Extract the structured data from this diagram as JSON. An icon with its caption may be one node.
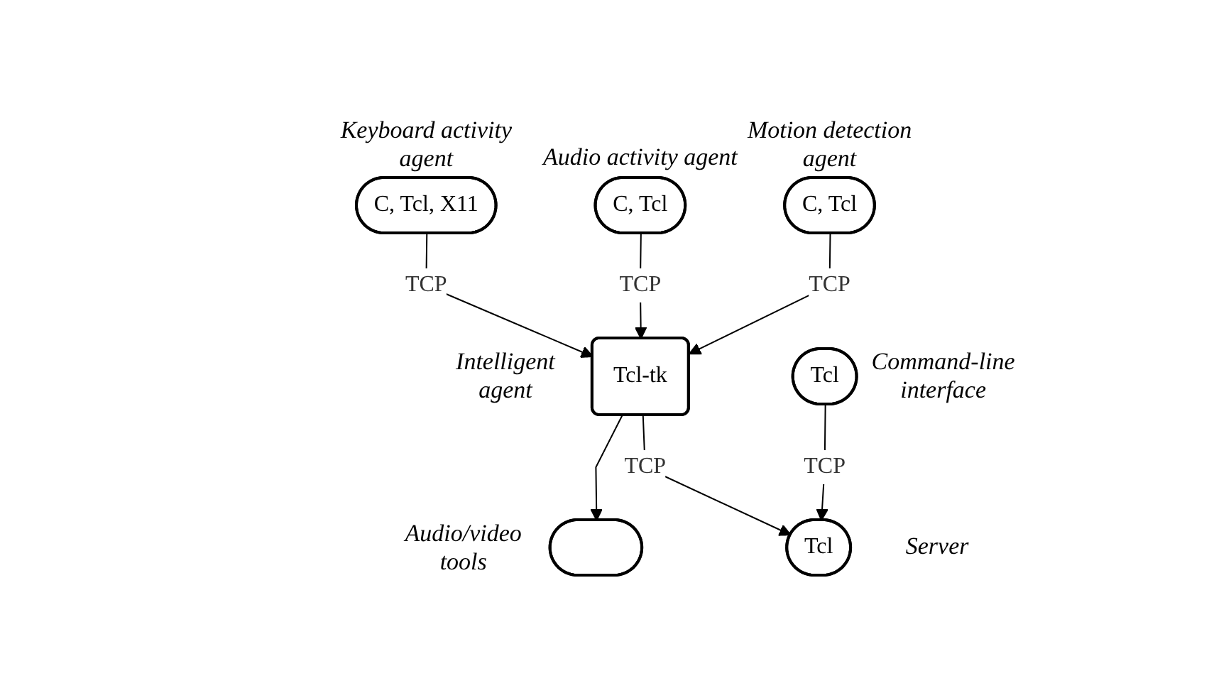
{
  "diagram": {
    "nodes": [
      {
        "text": [
          "C, Tcl, X11"
        ],
        "beside": [
          "Keyboard activity agent"
        ]
      },
      {
        "text": [
          "C, Tcl"
        ],
        "beside": [
          "Audio activity agent"
        ]
      },
      {
        "text": [
          "C, Tcl"
        ],
        "beside": [
          "Motion detection agent"
        ]
      },
      {
        "text": [
          "Tcl-tk"
        ],
        "beside": [
          "Intelligent agent"
        ]
      },
      {
        "text": [],
        "shape": "ellipse",
        "beside": [
          "Audio/video tools"
        ]
      },
      {
        "text": [
          "Tcl"
        ],
        "beside": [
          "Server"
        ]
      },
      {
        "text": [
          "Tcl"
        ],
        "beside": [
          "Command-line interface"
        ]
      }
    ],
    "edges": [
      {
        "from": 0,
        "to": 3,
        "arrow": "to",
        "label": "TCP"
      },
      {
        "from": 1,
        "to": 3,
        "arrow": "to",
        "label": "TCP"
      },
      {
        "from": 2,
        "to": 3,
        "arrow": "to",
        "label": "TCP"
      },
      {
        "from": 3,
        "to": 4,
        "arrow": "to"
      },
      {
        "from": 3,
        "to": 5,
        "arrow": "to",
        "label": "TCP"
      },
      {
        "from": 6,
        "to": 5,
        "arrow": "to",
        "label": "TCP"
      }
    ]
  }
}
